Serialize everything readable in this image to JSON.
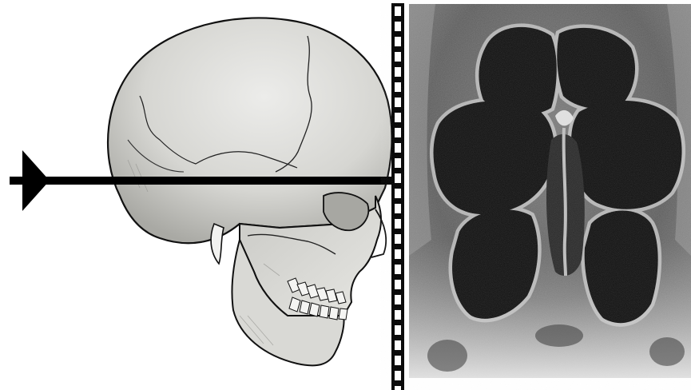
{
  "figure": {
    "panels": [
      {
        "id": "skull",
        "subject": "skull-lateral-illustration"
      },
      {
        "id": "xray",
        "subject": "paranasal-sinus-radiograph-waters-view"
      }
    ],
    "beam_direction": "left-to-right",
    "colors": {
      "background": "#ffffff",
      "ink": "#000000",
      "bone": "#dcdcd8",
      "bone_shadow": "#b5b5b0",
      "xray_bone": "#d8d8d8",
      "xray_dark": "#141414",
      "xray_mid": "#6e6e6e"
    }
  }
}
